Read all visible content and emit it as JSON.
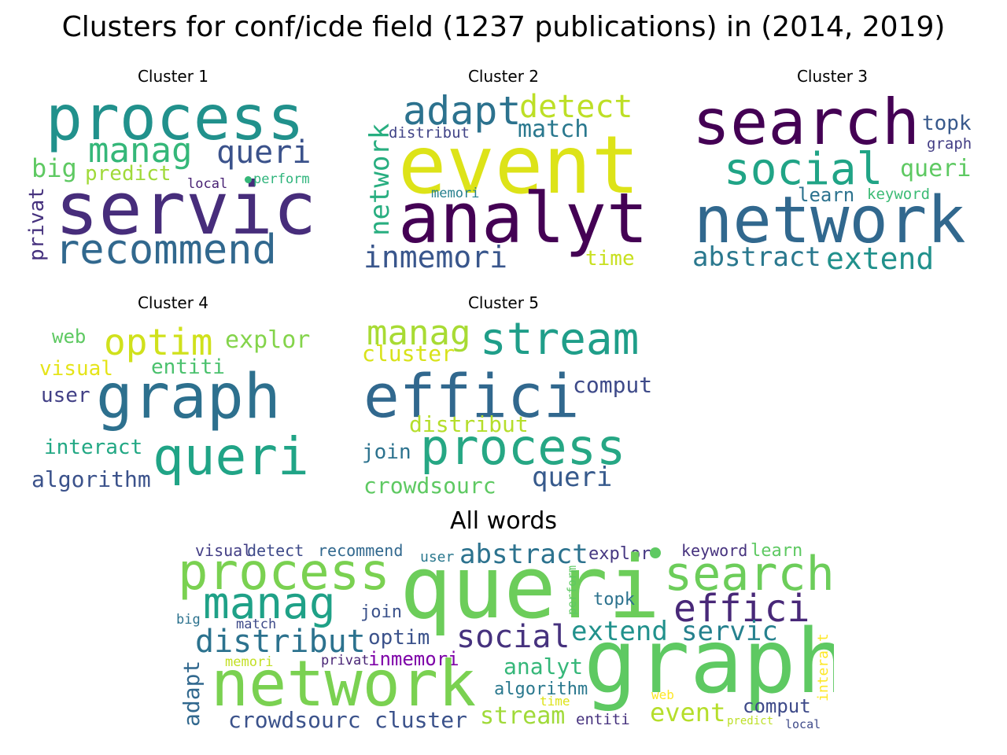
{
  "title": "Clusters for conf/icde field (1237 publications) in (2014, 2019)",
  "clusters": [
    {
      "label": "Cluster 1",
      "words": [
        {
          "t": "process",
          "c": "#21918c"
        },
        {
          "t": "manag",
          "c": "#35b779"
        },
        {
          "t": "queri",
          "c": "#3b528b"
        },
        {
          "t": "big",
          "c": "#5ec962"
        },
        {
          "t": "predict",
          "c": "#a0da39"
        },
        {
          "t": "servic",
          "c": "#472d7b"
        },
        {
          "t": "local",
          "c": "#482173"
        },
        {
          "t": "perform",
          "c": "#2fb47c"
        },
        {
          "t": "privat",
          "c": "#46327e"
        },
        {
          "t": "recommend",
          "c": "#31688e"
        }
      ]
    },
    {
      "label": "Cluster 2",
      "words": [
        {
          "t": "adapt",
          "c": "#2c728e"
        },
        {
          "t": "detect",
          "c": "#bddf26"
        },
        {
          "t": "distribut",
          "c": "#414487"
        },
        {
          "t": "match",
          "c": "#2a788e"
        },
        {
          "t": "event",
          "c": "#dde318"
        },
        {
          "t": "network",
          "c": "#28ae80"
        },
        {
          "t": "memori",
          "c": "#27808e"
        },
        {
          "t": "analyt",
          "c": "#440154"
        },
        {
          "t": "inmemori",
          "c": "#39568c"
        },
        {
          "t": "time",
          "c": "#c8e020"
        }
      ]
    },
    {
      "label": "Cluster 3",
      "words": [
        {
          "t": "search",
          "c": "#440154"
        },
        {
          "t": "topk",
          "c": "#38598c"
        },
        {
          "t": "graph",
          "c": "#433e85"
        },
        {
          "t": "social",
          "c": "#20a486"
        },
        {
          "t": "queri",
          "c": "#5ec962"
        },
        {
          "t": "learn",
          "c": "#2c728e"
        },
        {
          "t": "keyword",
          "c": "#3bbb75"
        },
        {
          "t": "network",
          "c": "#31688e"
        },
        {
          "t": "abstract",
          "c": "#2a788e"
        },
        {
          "t": "extend",
          "c": "#21918c"
        }
      ]
    },
    {
      "label": "Cluster 4",
      "words": [
        {
          "t": "web",
          "c": "#5ec962"
        },
        {
          "t": "optim",
          "c": "#d0e11c"
        },
        {
          "t": "explor",
          "c": "#84d44b"
        },
        {
          "t": "visual",
          "c": "#e5e419"
        },
        {
          "t": "entiti",
          "c": "#4ac16d"
        },
        {
          "t": "user",
          "c": "#424086"
        },
        {
          "t": "graph",
          "c": "#2d708e"
        },
        {
          "t": "interact",
          "c": "#22a884"
        },
        {
          "t": "queri",
          "c": "#20a486"
        },
        {
          "t": "algorithm",
          "c": "#3b528b"
        }
      ]
    },
    {
      "label": "Cluster 5",
      "words": [
        {
          "t": "manag",
          "c": "#a8db34"
        },
        {
          "t": "stream",
          "c": "#1f9e89"
        },
        {
          "t": "cluster",
          "c": "#d8e219"
        },
        {
          "t": "effici",
          "c": "#31688e"
        },
        {
          "t": "comput",
          "c": "#3e4a89"
        },
        {
          "t": "distribut",
          "c": "#b5de2b"
        },
        {
          "t": "join",
          "c": "#2c728e"
        },
        {
          "t": "process",
          "c": "#26a784"
        },
        {
          "t": "queri",
          "c": "#375a8c"
        },
        {
          "t": "crowdsourc",
          "c": "#5ec962"
        }
      ]
    }
  ],
  "all_words": {
    "label": "All words",
    "words": [
      {
        "t": "visual",
        "c": "#433e85"
      },
      {
        "t": "detect",
        "c": "#3e4a89"
      },
      {
        "t": "recommend",
        "c": "#31688e"
      },
      {
        "t": "user",
        "c": "#2a788e"
      },
      {
        "t": "abstract",
        "c": "#2c728e"
      },
      {
        "t": "explor",
        "c": "#453781"
      },
      {
        "t": "keyword",
        "c": "#46327e"
      },
      {
        "t": "learn",
        "c": "#5ec962"
      },
      {
        "t": "process",
        "c": "#7ad151"
      },
      {
        "t": "queri",
        "c": "#6ccd5a"
      },
      {
        "t": "search",
        "c": "#6ccd5a"
      },
      {
        "t": "manag",
        "c": "#1fa187"
      },
      {
        "t": "effici",
        "c": "#482878"
      },
      {
        "t": "big",
        "c": "#2c728e"
      },
      {
        "t": "join",
        "c": "#3b528b"
      },
      {
        "t": "perform",
        "c": "#5ec962"
      },
      {
        "t": "topk",
        "c": "#2c728e"
      },
      {
        "t": "match",
        "c": "#3e4a89"
      },
      {
        "t": "distribut",
        "c": "#2c728e"
      },
      {
        "t": "optim",
        "c": "#3b528b"
      },
      {
        "t": "social",
        "c": "#46327e"
      },
      {
        "t": "extend",
        "c": "#21918c"
      },
      {
        "t": "servic",
        "c": "#26818e"
      },
      {
        "t": "memori",
        "c": "#c2df23"
      },
      {
        "t": "privat",
        "c": "#482475"
      },
      {
        "t": "inmemori",
        "c": "#7e03a8"
      },
      {
        "t": "interact",
        "c": "#fde725"
      },
      {
        "t": "adapt",
        "c": "#31688e"
      },
      {
        "t": "network",
        "c": "#7ad151"
      },
      {
        "t": "analyt",
        "c": "#35b779"
      },
      {
        "t": "graph",
        "c": "#5ec962"
      },
      {
        "t": "algorithm",
        "c": "#2a788e"
      },
      {
        "t": "time",
        "c": "#dde318"
      },
      {
        "t": "web",
        "c": "#fde725"
      },
      {
        "t": "comput",
        "c": "#3e4a89"
      },
      {
        "t": "crowdsourc",
        "c": "#3b528b"
      },
      {
        "t": "cluster",
        "c": "#3b528b"
      },
      {
        "t": "stream",
        "c": "#a0da39"
      },
      {
        "t": "entiti",
        "c": "#46327e"
      },
      {
        "t": "event",
        "c": "#b5de2b"
      },
      {
        "t": "predict",
        "c": "#bddf26"
      },
      {
        "t": "local",
        "c": "#3e4a89"
      }
    ]
  }
}
